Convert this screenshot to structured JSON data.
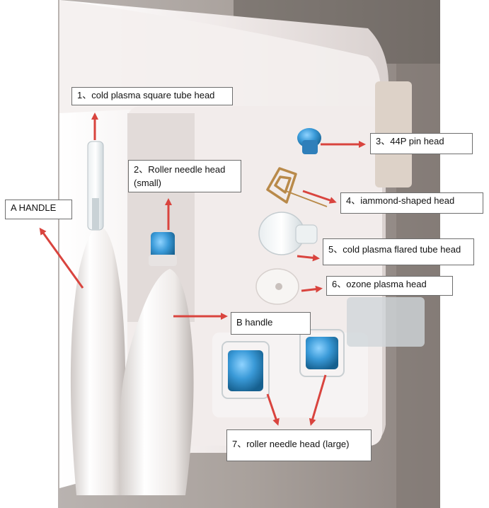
{
  "labels": {
    "head_1": "1、cold plasma square tube head",
    "head_2": "2、Roller needle head (small)",
    "head_3": "3、44P pin head",
    "head_4": "4、iammond-shaped head",
    "head_5": "5、cold plasma flared tube head",
    "head_6": "6、ozone plasma head",
    "handle_a": "A HANDLE",
    "handle_b": "B handle",
    "head_7": "7、roller needle head (large)"
  },
  "colors": {
    "arrow": "#d9443e",
    "label_border": "#6e6e6e",
    "device_body": "#eae3e1",
    "tip_blue": "#2f8fd0",
    "gold_wire": "#b98a4a"
  }
}
